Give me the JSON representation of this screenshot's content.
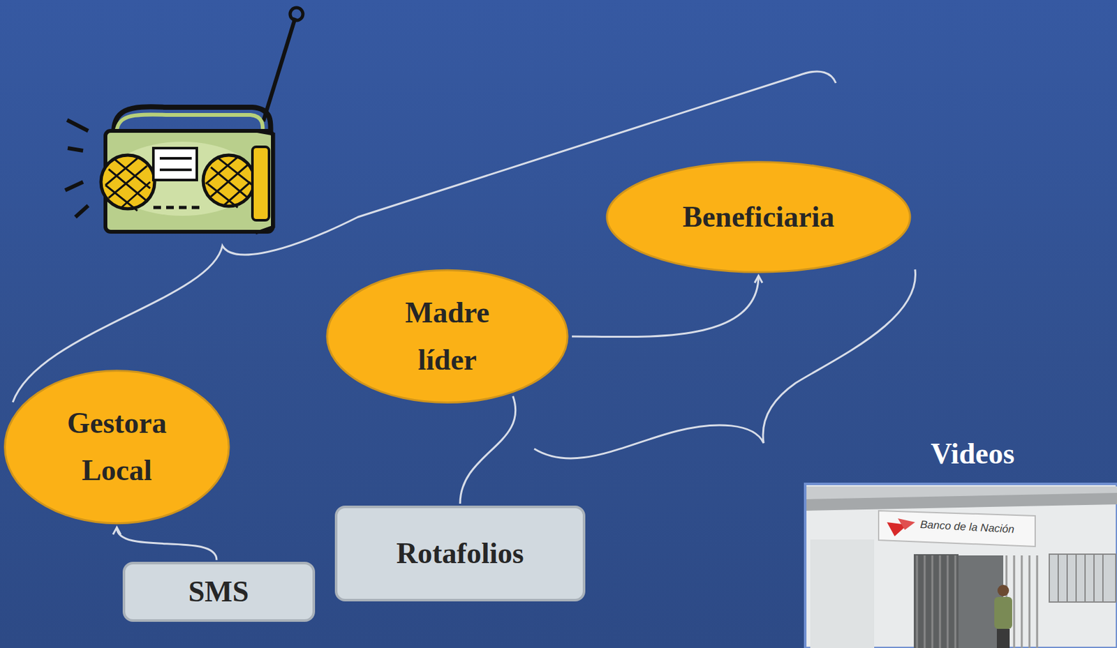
{
  "diagram": {
    "nodes": [
      {
        "text": [
          "Beneficiaria"
        ]
      },
      {
        "text": [
          "Madre líder"
        ]
      },
      {
        "text": [
          "Gestora Local"
        ]
      },
      {
        "text": [
          "Rotafolios"
        ]
      },
      {
        "text": [
          "SMS"
        ]
      }
    ],
    "edges": [
      {
        "from": 4,
        "to": 2,
        "arrow": "to"
      },
      {
        "from": 1,
        "to": 0,
        "arrow": "to"
      },
      {
        "from": 3,
        "to": 1,
        "arrow": "none"
      }
    ],
    "labels": [
      "Videos",
      "Banco de la Nación"
    ]
  }
}
